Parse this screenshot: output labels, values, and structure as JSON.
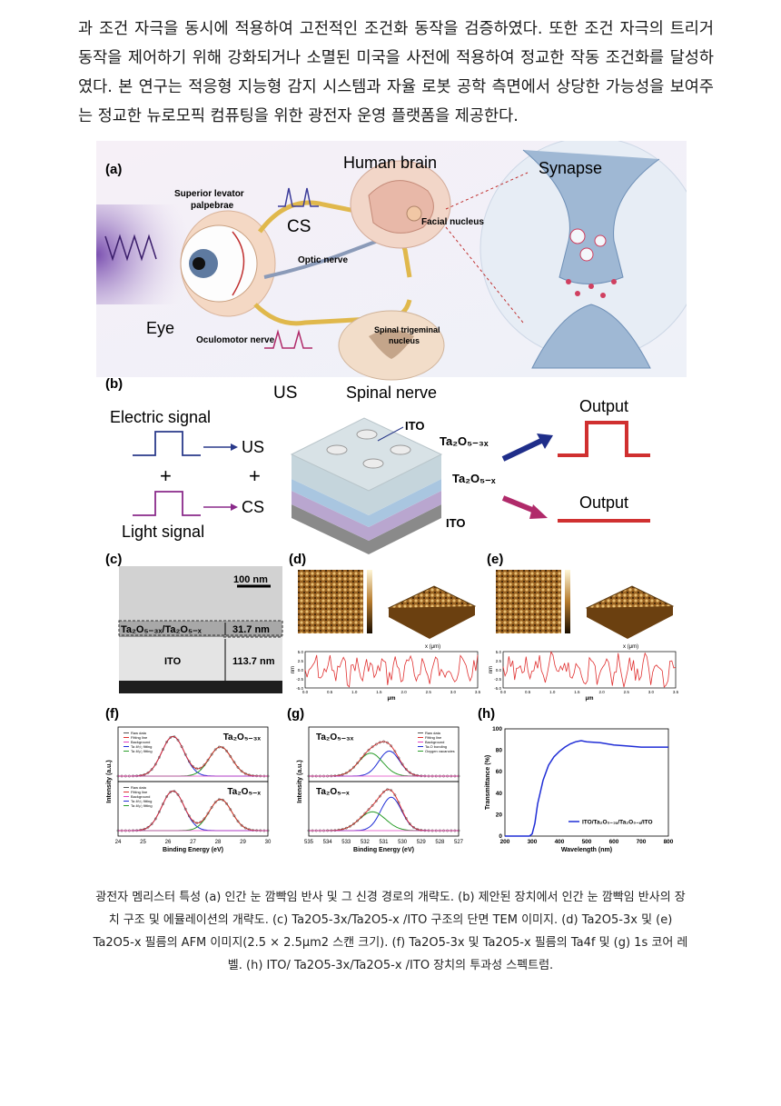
{
  "intro_text": "과 조건 자극을 동시에 적용하여 고전적인 조건화 동작을 검증하였다. 또한 조건 자극의 트리거 동작을 제어하기 위해 강화되거나 소멸된 미국을 사전에 적용하여 정교한 작동 조건화를 달성하였다. 본 연구는 적응형 지능형 감지 시스템과 자율 로봇 공학 측면에서 상당한 가능성을 보여주는 정교한 뉴로모픽 컴퓨팅을 위한 광전자 운영 플랫폼을 제공한다.",
  "figure": {
    "panel_labels": {
      "a": "(a)",
      "b": "(b)",
      "c": "(c)",
      "d": "(d)",
      "e": "(e)",
      "f": "(f)",
      "g": "(g)",
      "h": "(h)"
    },
    "a": {
      "human_brain": "Human brain",
      "synapse": "Synapse",
      "superior_levator": "Superior levator",
      "palpebrae": "palpebrae",
      "cs": "CS",
      "us": "US",
      "facial_nucleus": "Facial nucleus",
      "optic_nerve": "Optic nerve",
      "eye": "Eye",
      "oculomotor_nerve": "Oculomotor nerve",
      "spinal_trigeminal": "Spinal trigeminal",
      "nucleus": "nucleus",
      "spinal_nerve": "Spinal nerve"
    },
    "b": {
      "electric_signal": "Electric signal",
      "light_signal": "Light signal",
      "plus": "+",
      "us": "US",
      "cs": "CS",
      "ito": "ITO",
      "ta2o5_3x": "Ta₂O₅₋₃ₓ",
      "ta2o5_x": "Ta₂O₅₋ₓ",
      "output": "Output"
    },
    "c": {
      "scale_bar": "100 nm",
      "layer_label": "Ta₂O₅₋₃ₓ/Ta₂O₅₋ₓ",
      "layer_thickness": "31.7 nm",
      "ito": "ITO",
      "ito_thickness": "113.7 nm"
    },
    "afm": {
      "xlabel": "μm",
      "ylabel": "nm",
      "y_ticks": [
        "5.0",
        "2.5",
        "0.0",
        "-2.5",
        "-5.0"
      ],
      "x_ticks": [
        "0.0",
        "0.5",
        "1.0",
        "1.5",
        "2.0",
        "2.5",
        "3.0",
        "3.5"
      ],
      "axis3d_label": "x (μm)"
    },
    "xps_ylabel": "Intensity (a.u.)",
    "xps_xlabel": "Binding Energy (eV)",
    "f": {
      "x_ticks": [
        "24",
        "25",
        "26",
        "27",
        "28",
        "29",
        "30"
      ],
      "top_label": "Ta₂O₅₋₃ₓ",
      "bottom_label": "Ta₂O₅₋ₓ",
      "legend": [
        "Raw data",
        "Fitting line",
        "Background",
        "Ta 4f₇/₂ fitting",
        "Ta 4f₅/₂ fitting"
      ]
    },
    "g": {
      "x_ticks": [
        "535",
        "534",
        "533",
        "532",
        "531",
        "530",
        "529",
        "528",
        "527"
      ],
      "top_label": "Ta₂O₅₋₃ₓ",
      "bottom_label": "Ta₂O₅₋ₓ",
      "legend": [
        "Raw data",
        "Fitting line",
        "Background",
        "Ta-O bonding",
        "Oxygen vacancies"
      ]
    },
    "h": {
      "xlabel": "Wavelength (nm)",
      "ylabel": "Transmittance (%)",
      "legend": "ITO/Ta₂O₅₋₃ₓ/Ta₂O₅₋ₓ/ITO"
    }
  },
  "chart_data": [
    {
      "type": "line",
      "title": "(h)",
      "xlabel": "Wavelength (nm)",
      "ylabel": "Transmittance (%)",
      "xlim": [
        200,
        800
      ],
      "ylim": [
        0,
        100
      ],
      "x_ticks": [
        200,
        300,
        400,
        500,
        600,
        700,
        800
      ],
      "y_ticks": [
        0,
        20,
        40,
        60,
        80,
        100
      ],
      "series": [
        {
          "name": "ITO/Ta₂O₅₋₃ₓ/Ta₂O₅₋ₓ/ITO",
          "color": "#1f2dd6",
          "x": [
            200,
            250,
            290,
            300,
            310,
            320,
            340,
            360,
            380,
            400,
            420,
            440,
            460,
            480,
            500,
            550,
            600,
            650,
            700,
            750,
            800
          ],
          "y": [
            0,
            0,
            0,
            2,
            12,
            30,
            52,
            66,
            74,
            79,
            83,
            86,
            88,
            89,
            88,
            87,
            85,
            84,
            83,
            83,
            83
          ]
        }
      ]
    },
    {
      "type": "line",
      "title": "(f)",
      "xlabel": "Binding Energy (eV)",
      "ylabel": "Intensity (a.u.)",
      "xlim": [
        24,
        30
      ],
      "series": [
        {
          "name": "Ta 4f₇/₂ fitting",
          "color": "#1f2dd6",
          "x": [
            26.2
          ],
          "y": [
            1.0
          ]
        },
        {
          "name": "Ta 4f₅/₂ fitting",
          "color": "#2a9d2a",
          "x": [
            28.1
          ],
          "y": [
            0.75
          ]
        }
      ]
    },
    {
      "type": "line",
      "title": "(g)",
      "xlabel": "Binding Energy (eV)",
      "ylabel": "Intensity (a.u.)",
      "xlim": [
        527,
        535
      ],
      "series": [
        {
          "name": "Ta-O bonding",
          "color": "#1f2dd6",
          "x": [
            530.7
          ],
          "y": [
            0.8
          ]
        },
        {
          "name": "Oxygen vacancies",
          "color": "#2a9d2a",
          "x": [
            531.7
          ],
          "y": [
            0.6
          ]
        }
      ]
    }
  ],
  "caption_text": "광전자 멤리스터 특성 (a) 인간 눈 깜빡임 반사 및 그 신경 경로의 개략도. (b) 제안된 장치에서 인간 눈 깜빡임 반사의 장치 구조 및 에뮬레이션의 개략도. (c) Ta2O5-3x/Ta2O5-x /ITO 구조의 단면 TEM 이미지. (d) Ta2O5-3x 및 (e) Ta2O5-x 필름의 AFM 이미지(2.5 × 2.5μm2 스캔 크기). (f) Ta2O5-3x 및 Ta2O5-x 필름의 Ta4f 및 (g) 1s 코어 레벨. (h) ITO/ Ta2O5-3x/Ta2O5-x /ITO 장치의 투과성 스펙트럼."
}
